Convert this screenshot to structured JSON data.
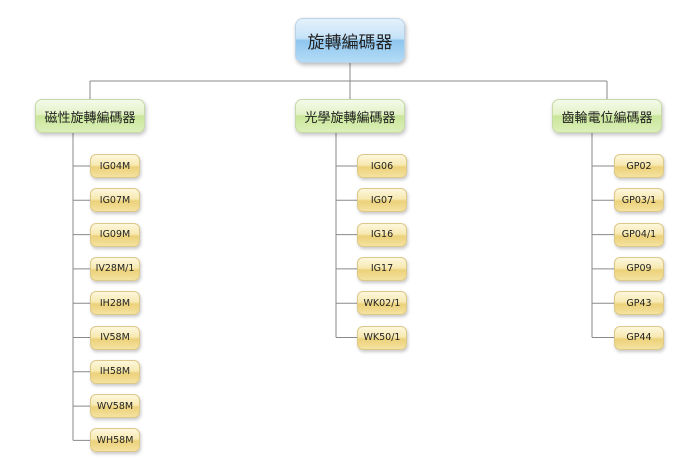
{
  "root": {
    "label": "旋轉編碼器"
  },
  "categories": [
    {
      "label": "磁性旋轉編碼器",
      "items": [
        "IG04M",
        "IG07M",
        "IG09M",
        "IV28M/1",
        "IH28M",
        "IV58M",
        "IH58M",
        "WV58M",
        "WH58M"
      ]
    },
    {
      "label": "光學旋轉編碼器",
      "items": [
        "IG06",
        "IG07",
        "IG16",
        "IG17",
        "WK02/1",
        "WK50/1"
      ]
    },
    {
      "label": "齒輪電位編碼器",
      "items": [
        "GP02",
        "GP03/1",
        "GP04/1",
        "GP09",
        "GP43",
        "GP44"
      ]
    }
  ],
  "colors": {
    "connector": "#8a8a8a",
    "root_fill": "#9fd0f2",
    "category_fill": "#cde8a0",
    "leaf_fill": "#f0d98a"
  }
}
